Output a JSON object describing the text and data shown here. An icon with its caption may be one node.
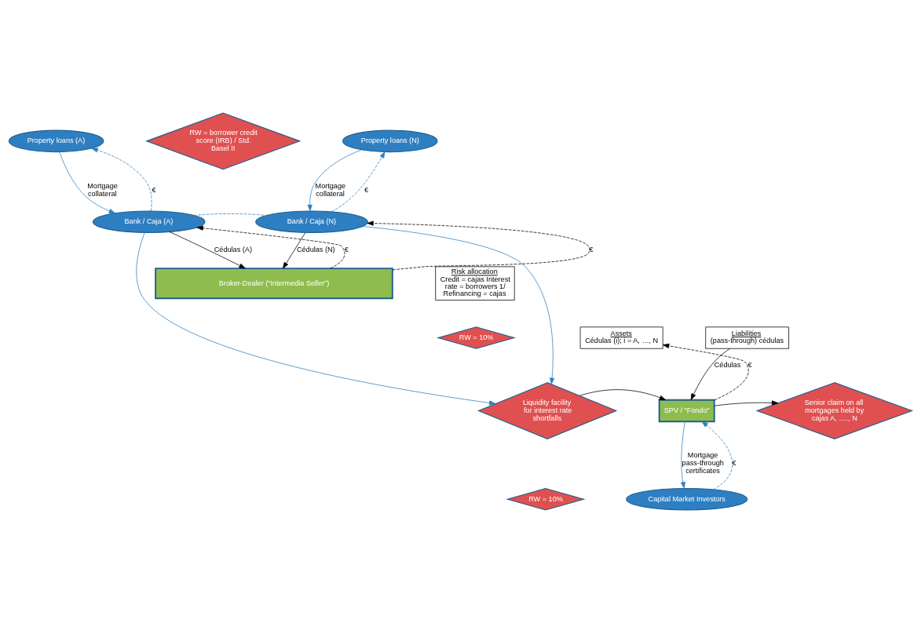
{
  "diagram": {
    "nodes": [
      {
        "text": [
          "Property loans (A)"
        ]
      },
      {
        "text": [
          "Property loans (N)"
        ]
      },
      {
        "text": [
          "RW = borrower credit score (IRB) / Std. Basel II"
        ]
      },
      {
        "text": [
          "Bank / Caja (A)"
        ]
      },
      {
        "text": [
          "Bank / Caja (N)"
        ]
      },
      {
        "text": [
          "Broker-Dealer (“Intermedia Seller”)"
        ]
      },
      {
        "text": [
          "Risk allocation",
          "Credit = cajas Interest rate = borrowers 1/ Refinancing = cajas"
        ]
      },
      {
        "text": [
          "RW = 10%"
        ]
      },
      {
        "text": [
          "Assets",
          "Cédulas (i); i = A, …, N"
        ]
      },
      {
        "text": [
          "Liabilities",
          "(pass-through) cédulas"
        ]
      },
      {
        "text": [
          "Liquidity facility for interest rate shortfalls"
        ]
      },
      {
        "text": [
          "SPV / “Fondo”"
        ]
      },
      {
        "text": [
          "Senior claim on all mortgages held by cajas A, …., N"
        ]
      },
      {
        "text": [
          "RW = 10%"
        ]
      },
      {
        "text": [
          "Capital Market Investors"
        ]
      }
    ],
    "edges": [
      {
        "from": 3,
        "to": 0,
        "arrow": "to",
        "label": "€",
        "style": "dashed",
        "color": "#2e7fc1"
      },
      {
        "from": 0,
        "to": 3,
        "arrow": "to",
        "label": "Mortgage collateral",
        "color": "#2e7fc1"
      },
      {
        "from": 4,
        "to": 1,
        "arrow": "to",
        "label": "€",
        "style": "dashed",
        "color": "#2e7fc1"
      },
      {
        "from": 1,
        "to": 4,
        "arrow": "to",
        "label": "Mortgage collateral",
        "color": "#2e7fc1"
      },
      {
        "from": 3,
        "to": 4,
        "arrow": "none",
        "style": "dashed",
        "color": "#2e7fc1"
      },
      {
        "from": 3,
        "to": 5,
        "arrow": "to",
        "label": "Cédulas (A)",
        "color": "#000000"
      },
      {
        "from": 5,
        "to": 3,
        "arrow": "to",
        "label": "€",
        "style": "dashed",
        "color": "#000000"
      },
      {
        "from": 4,
        "to": 5,
        "arrow": "to",
        "label": "Cédulas (N)",
        "color": "#000000"
      },
      {
        "from": 5,
        "to": 4,
        "arrow": "to",
        "label": "€",
        "style": "dashed",
        "color": "#000000"
      },
      {
        "from": 3,
        "to": 10,
        "arrow": "to",
        "color": "#2e7fc1"
      },
      {
        "from": 4,
        "to": 10,
        "arrow": "to",
        "color": "#2e7fc1"
      },
      {
        "from": 11,
        "to": 8,
        "arrow": "to",
        "label": "€",
        "style": "dashed",
        "color": "#000000"
      },
      {
        "from": 9,
        "to": 11,
        "arrow": "to",
        "label": "Cédulas",
        "color": "#000000"
      },
      {
        "from": 10,
        "to": 11,
        "arrow": "to",
        "color": "#000000"
      },
      {
        "from": 11,
        "to": 12,
        "arrow": "to",
        "color": "#000000"
      },
      {
        "from": 14,
        "to": 11,
        "arrow": "to",
        "label": "€",
        "style": "dashed",
        "color": "#2e7fc1"
      },
      {
        "from": 11,
        "to": 14,
        "arrow": "to",
        "label": "Mortgage pass-through certificates",
        "color": "#2e7fc1"
      }
    ]
  }
}
